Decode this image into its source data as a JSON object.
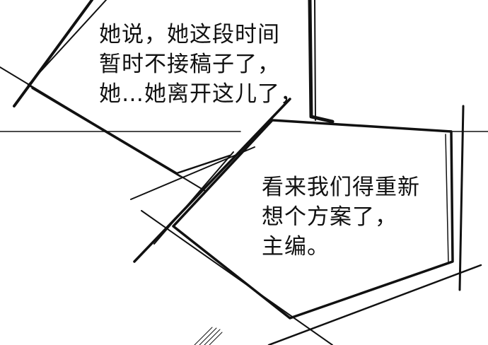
{
  "bubble_1": {
    "lines": [
      "她说，她这段时间",
      "暂时不接稿子了，",
      "她…她离开这儿了，"
    ]
  },
  "bubble_2": {
    "lines": [
      "看来我们得重新",
      "想个方案了，",
      "主编。"
    ]
  },
  "colors": {
    "ink": "#111111",
    "paper": "#ffffff"
  }
}
